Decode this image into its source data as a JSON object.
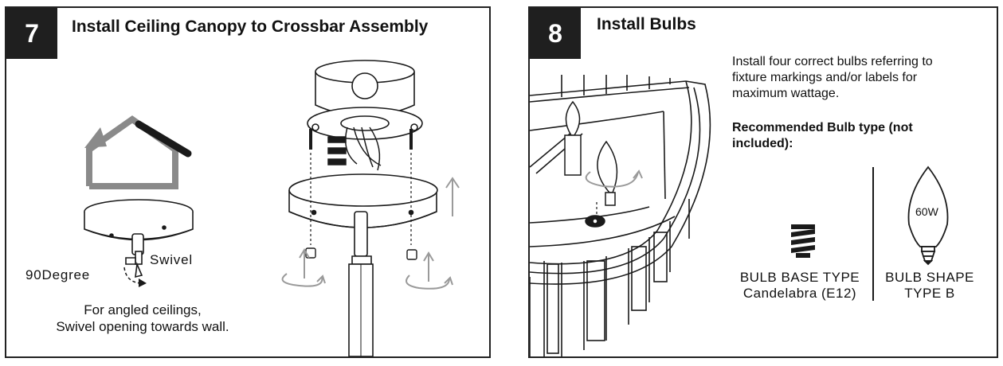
{
  "step7": {
    "number": "7",
    "title": "Install Ceiling Canopy to Crossbar Assembly",
    "label_swivel": "Swivel",
    "label_90degree": "90Degree",
    "caption_line1": "For angled ceilings,",
    "caption_line2": "Swivel opening towards wall."
  },
  "step8": {
    "number": "8",
    "title": "Install Bulbs",
    "instruction_line1": "Install four correct bulbs referring to",
    "instruction_line2": "fixture markings and/or labels for",
    "instruction_line3": "maximum wattage.",
    "recommended_line1": "Recommended Bulb type (not",
    "recommended_line2": "included):",
    "wattage_label": "60W",
    "base_type_line1": "BULB BASE TYPE",
    "base_type_line2": "Candelabra (E12)",
    "shape_type_line1": "BULB SHAPE",
    "shape_type_line2": "TYPE B"
  },
  "colors": {
    "step_badge": "#1f1f1f",
    "house_outline": "#8a8a8a",
    "line_art": "#1a1a1a",
    "arrow_gray": "#9a9a9a"
  }
}
